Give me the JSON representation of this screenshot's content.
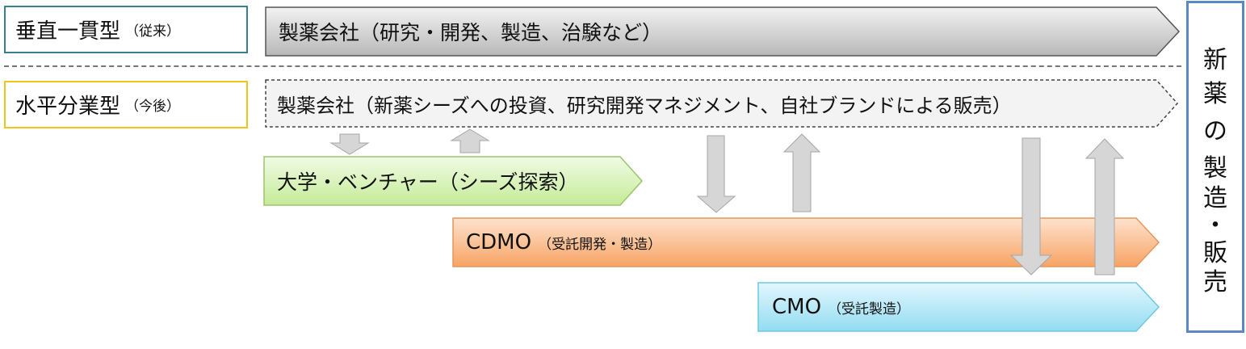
{
  "models": {
    "vertical": {
      "label": "垂直一貫型",
      "sub": "（従来）"
    },
    "horizontal": {
      "label": "水平分業型",
      "sub": "（今後）"
    }
  },
  "flows": {
    "pharma_conventional": "製薬会社（研究・開発、製造、治験など）",
    "pharma_future": "製薬会社（新薬シーズへの投資、研究開発マネジメント、自社ブランドによる販売）",
    "university": "大学・ベンチャー（シーズ探索）",
    "cdmo": {
      "label": "CDMO",
      "sub": "（受託開発・製造）"
    },
    "cmo": {
      "label": "CMO",
      "sub": "（受託製造）"
    }
  },
  "right_panel": {
    "chars": [
      "新",
      "薬",
      "の",
      "製",
      "造",
      "・",
      "販",
      "売"
    ]
  },
  "colors": {
    "vertical_border": "#3a7f8c",
    "horizontal_border": "#f0c419",
    "right_border": "#5b87c5",
    "university_fill": "#d4f0b0",
    "cdmo_fill": "#f9b27a",
    "cmo_fill": "#aee6f5"
  }
}
